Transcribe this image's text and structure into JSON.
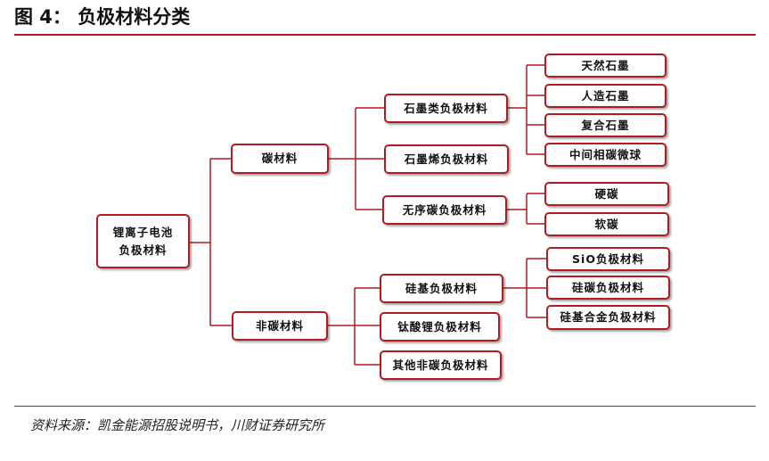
{
  "title": "图 4：  负极材料分类",
  "source": "资料来源：凯金能源招股说明书，川财证券研究所",
  "nodes": {
    "root_line1": "锂离子电池",
    "root_line2": "负极材料",
    "carbon": "碳材料",
    "noncarbon": "非碳材料",
    "graphite_class": "石墨类负极材料",
    "graphene": "石墨烯负极材料",
    "amorphous": "无序碳负极材料",
    "natural_graphite": "天然石墨",
    "artificial_graphite": "人造石墨",
    "composite_graphite": "复合石墨",
    "mcmb": "中间相碳微球",
    "hard_carbon": "硬碳",
    "soft_carbon": "软碳",
    "silicon_based": "硅基负极材料",
    "lto": "钛酸锂负极材料",
    "other_noncarbon": "其他非碳负极材料",
    "sio": "SiO负极材料",
    "si_c": "硅碳负极材料",
    "si_alloy": "硅基合金负极材料"
  },
  "colors": {
    "accent": "#b01c1f"
  }
}
